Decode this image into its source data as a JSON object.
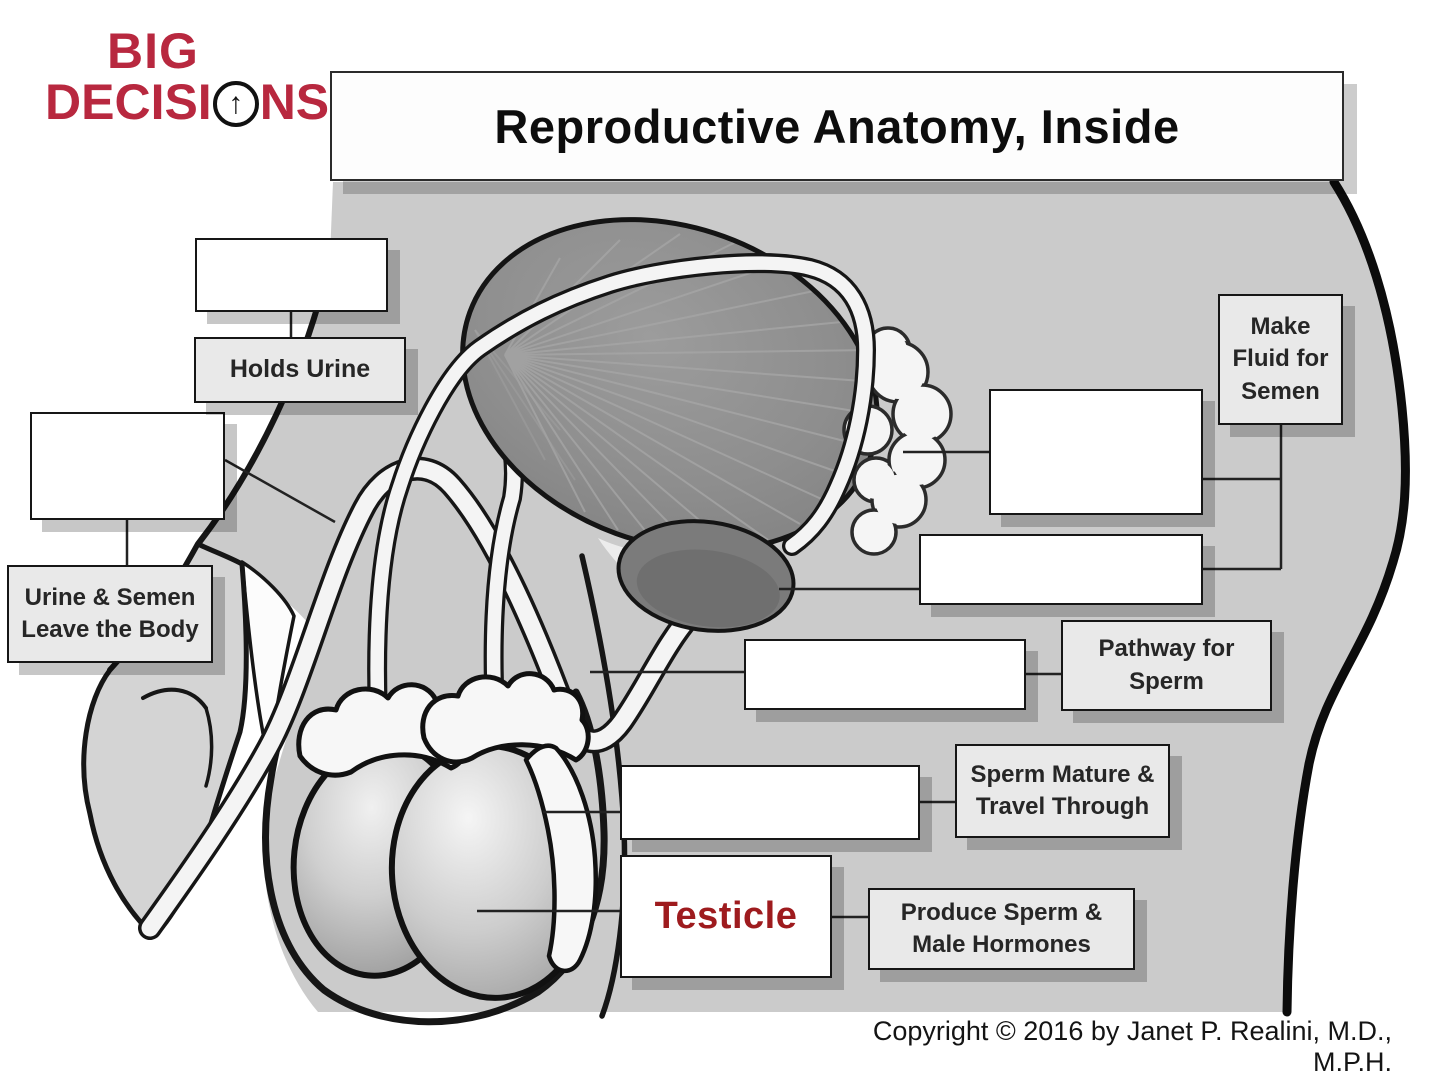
{
  "logo": {
    "big": "BIG",
    "decisi": "DECISI",
    "ns": "NS",
    "arrow_icon": "↑"
  },
  "title": "Reproductive Anatomy, Inside",
  "labels": {
    "holds_urine": "Holds Urine",
    "urine_semen": "Urine & Semen Leave the Body",
    "make_fluid": "Make Fluid for Semen",
    "pathway_sperm": "Pathway for Sperm",
    "sperm_mature": "Sperm Mature & Travel Through",
    "produce_sperm": "Produce Sperm & Male Hormones"
  },
  "answers": {
    "testicle": "Testicle"
  },
  "copyright": "Copyright © 2016 by Janet P. Realini, M.D., M.P.H.",
  "colors": {
    "logo_red": "#b8283f",
    "testicle_red": "#9e1b1e",
    "body_gray": "#cbcbcb",
    "label_gray": "#e9e9e9",
    "bladder_gray": "#8e8e8e",
    "outline_black": "#161616"
  }
}
